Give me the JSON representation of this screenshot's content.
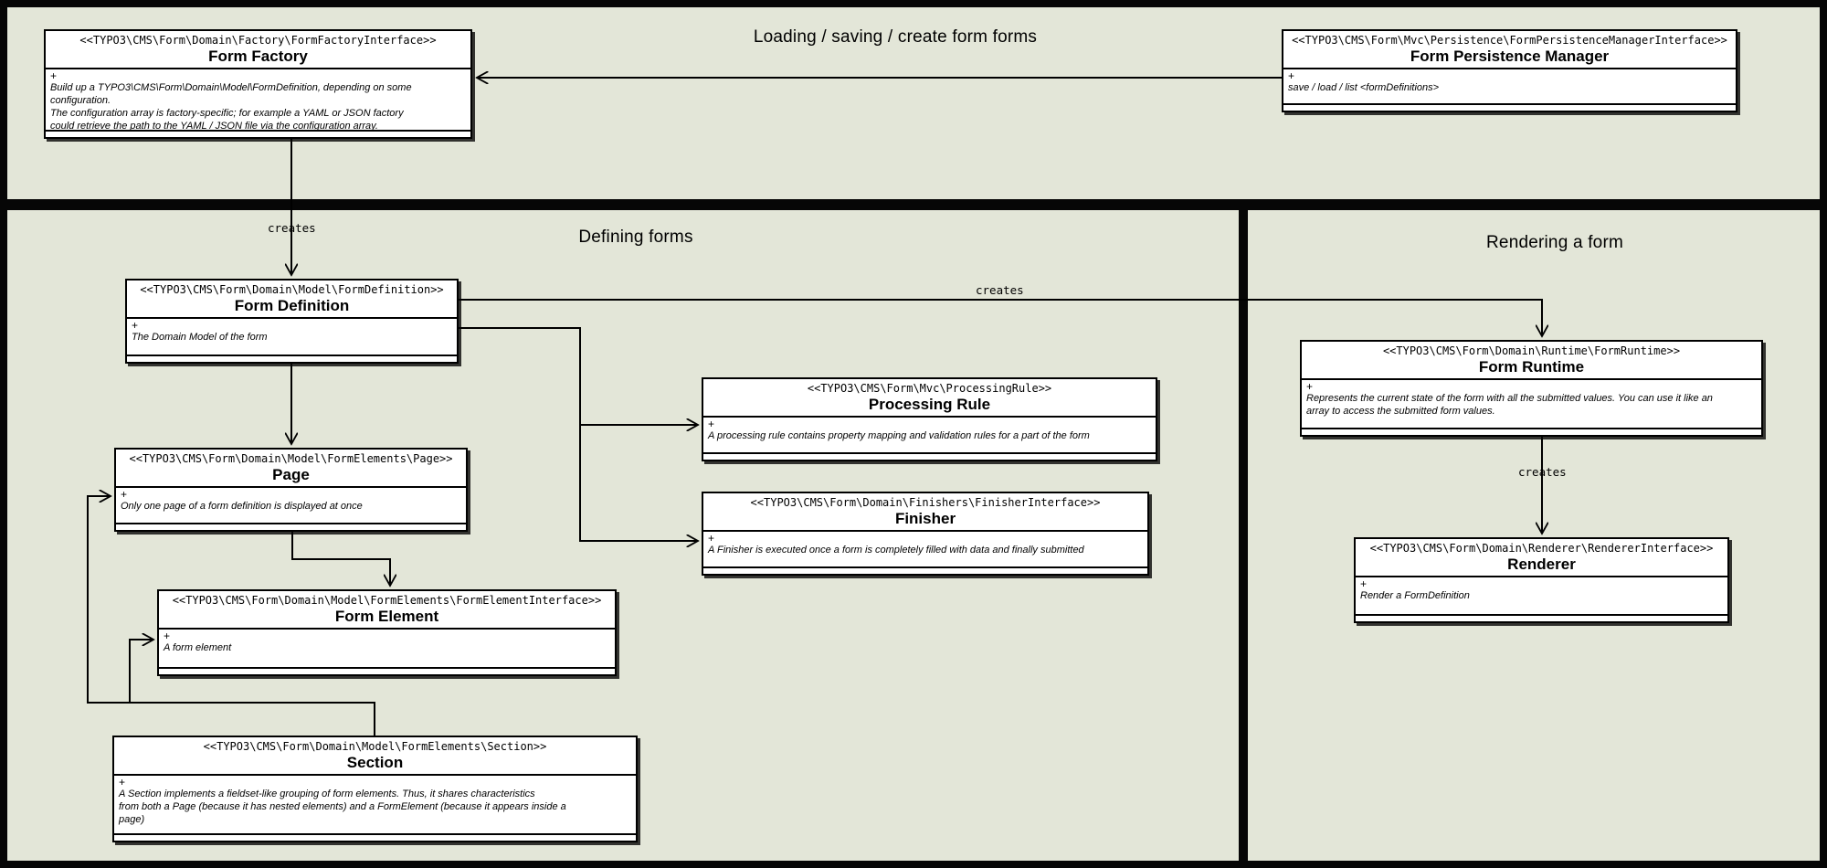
{
  "colors": {
    "background": "#e3e6d8",
    "box_fill": "#ffffff",
    "line": "#000000",
    "frame": "#060606"
  },
  "sections": {
    "top": {
      "title": "Loading / saving / create form forms"
    },
    "defining": {
      "title": "Defining forms"
    },
    "rendering": {
      "title": "Rendering a form"
    }
  },
  "labels": {
    "creates_factory_to_definition": "creates",
    "creates_definition_to_runtime": "creates",
    "creates_runtime_to_renderer": "creates"
  },
  "boxes": {
    "form_factory": {
      "stereotype": "<<TYPO3\\CMS\\Form\\Domain\\Factory\\FormFactoryInterface>>",
      "title": "Form Factory",
      "visibility": "+",
      "description": "Build up a TYPO3\\CMS\\Form\\Domain\\Model\\FormDefinition, depending on some configuration.\nThe configuration array is factory-specific; for example a YAML or JSON factory\ncould retrieve the path to the YAML / JSON file via the configuration array."
    },
    "form_persistence_manager": {
      "stereotype": "<<TYPO3\\CMS\\Form\\Mvc\\Persistence\\FormPersistenceManagerInterface>>",
      "title": "Form Persistence Manager",
      "visibility": "+",
      "description": "save / load / list <formDefinitions>"
    },
    "form_definition": {
      "stereotype": "<<TYPO3\\CMS\\Form\\Domain\\Model\\FormDefinition>>",
      "title": "Form Definition",
      "visibility": "+",
      "description": "The Domain Model of the form"
    },
    "page": {
      "stereotype": "<<TYPO3\\CMS\\Form\\Domain\\Model\\FormElements\\Page>>",
      "title": "Page",
      "visibility": "+",
      "description": "Only one page of a form definition is displayed at once"
    },
    "form_element": {
      "stereotype": "<<TYPO3\\CMS\\Form\\Domain\\Model\\FormElements\\FormElementInterface>>",
      "title": "Form Element",
      "visibility": "+",
      "description": "A form element"
    },
    "section": {
      "stereotype": "<<TYPO3\\CMS\\Form\\Domain\\Model\\FormElements\\Section>>",
      "title": "Section",
      "visibility": "+",
      "description": "A Section implements a fieldset-like grouping of form elements. Thus, it shares characteristics\nfrom both a Page (because it has nested elements) and a FormElement (because it appears inside a\npage)"
    },
    "processing_rule": {
      "stereotype": "<<TYPO3\\CMS\\Form\\Mvc\\ProcessingRule>>",
      "title": "Processing Rule",
      "visibility": "+",
      "description": "A processing rule contains property mapping and validation rules for a part of the form"
    },
    "finisher": {
      "stereotype": "<<TYPO3\\CMS\\Form\\Domain\\Finishers\\FinisherInterface>>",
      "title": "Finisher",
      "visibility": "+",
      "description": "A Finisher is executed once a form is completely filled with data and finally submitted"
    },
    "form_runtime": {
      "stereotype": "<<TYPO3\\CMS\\Form\\Domain\\Runtime\\FormRuntime>>",
      "title": "Form Runtime",
      "visibility": "+",
      "description": "Represents the current state of the form with all the submitted values. You can use it like an\narray to access the submitted form values."
    },
    "renderer": {
      "stereotype": "<<TYPO3\\CMS\\Form\\Domain\\Renderer\\RendererInterface>>",
      "title": "Renderer",
      "visibility": "+",
      "description": "Render a FormDefinition"
    }
  }
}
